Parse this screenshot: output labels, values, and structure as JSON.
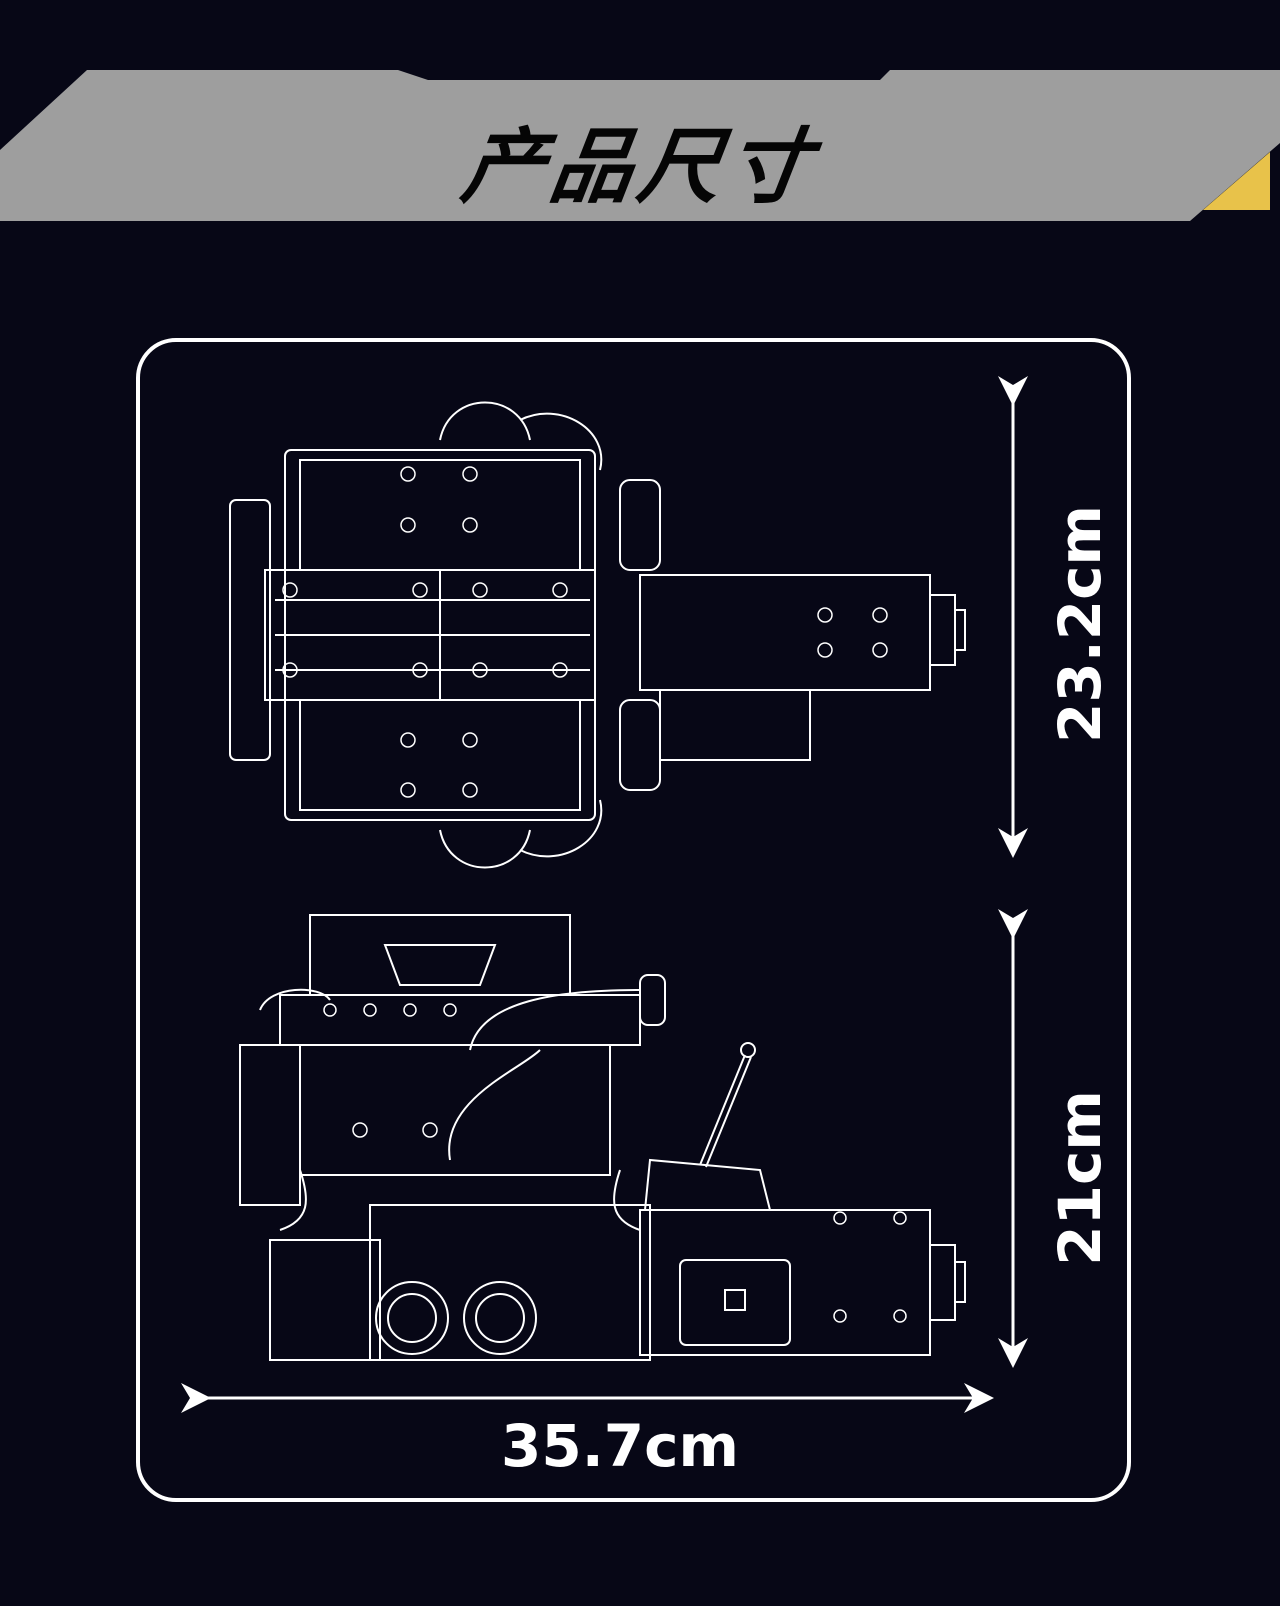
{
  "header": {
    "title": "产品尺寸"
  },
  "dimensions": {
    "height": "23.2cm",
    "depth": "21cm",
    "width": "35.7cm"
  },
  "colors": {
    "background": "#070716",
    "banner": "#9e9e9e",
    "accent": "#e8c24a",
    "line": "#ffffff"
  }
}
